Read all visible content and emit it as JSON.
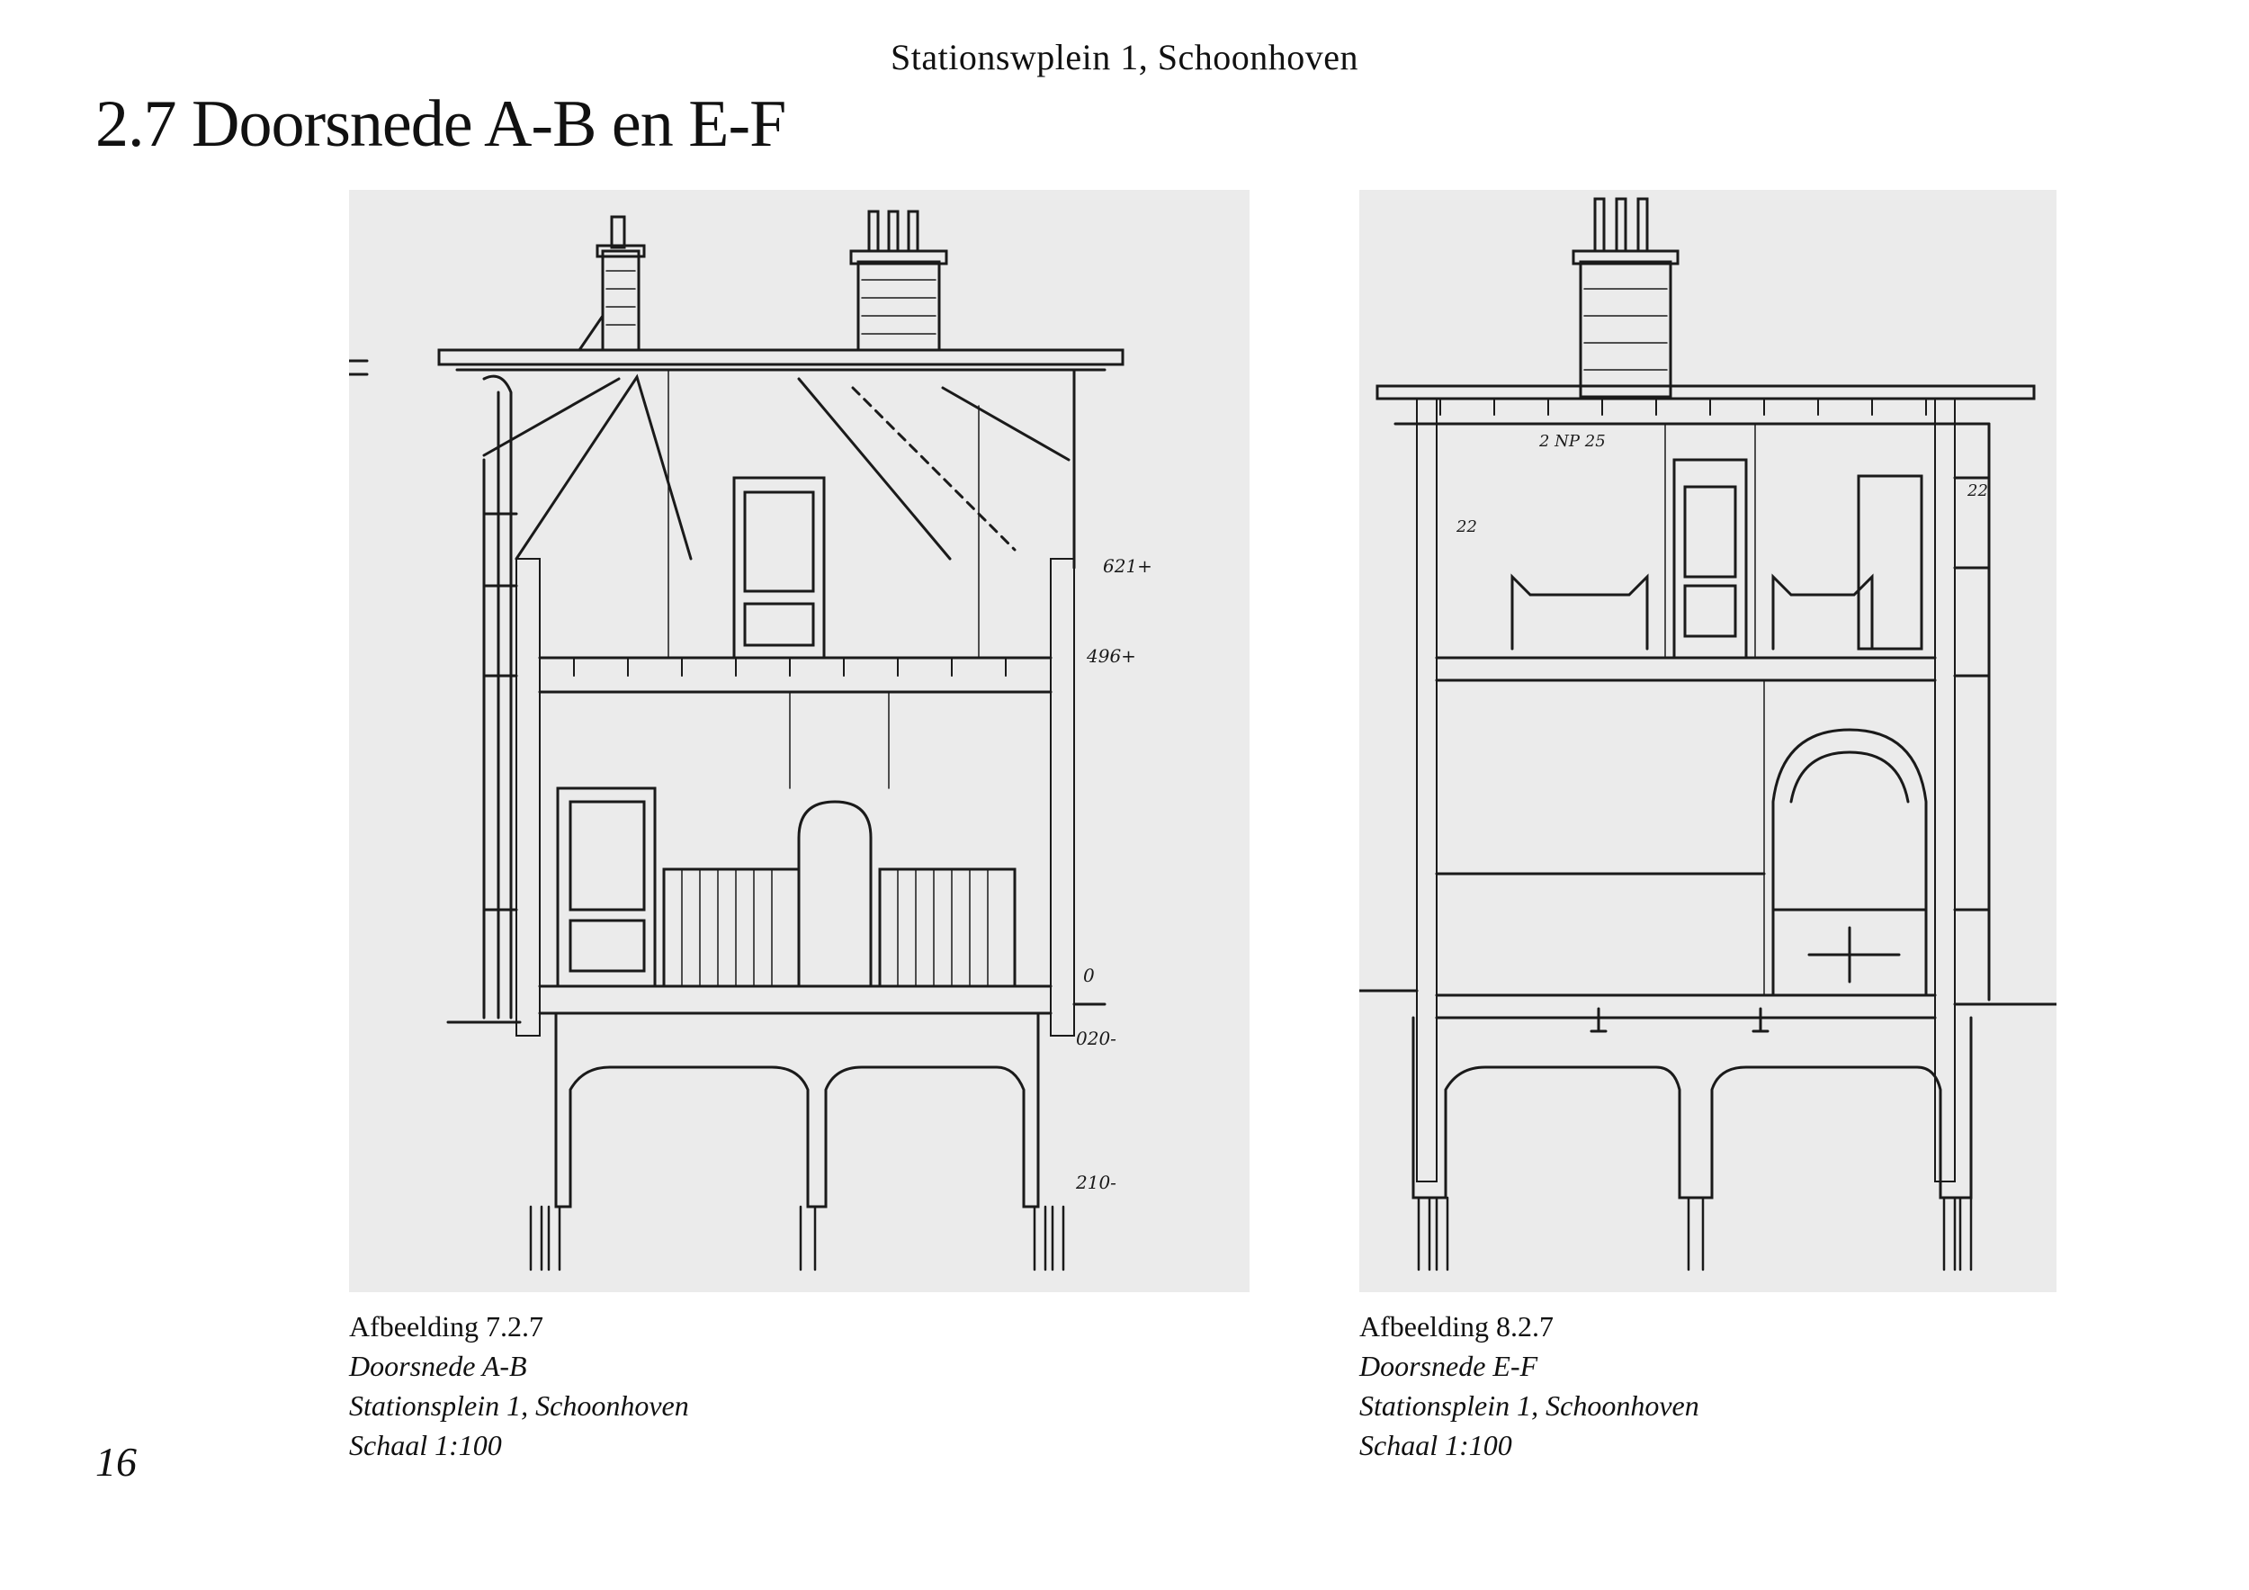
{
  "header": {
    "text": "Stationswplein 1, Schoonhoven"
  },
  "title": "2.7 Doorsnede A-B en E-F",
  "figures": [
    {
      "label": "Afbeelding 7.2.7",
      "section": "Doorsnede A-B",
      "address": "Stationsplein 1, Schoonhoven",
      "scale": "Schaal 1:100",
      "drawing_annotations": [
        "621+",
        "496+",
        "0",
        "020-",
        "210-"
      ]
    },
    {
      "label": "Afbeelding 8.2.7",
      "section": "Doorsnede E-F",
      "address": "Stationsplein 1, Schoonhoven",
      "scale": "Schaal 1:100",
      "drawing_annotations": [
        "2 NP 25",
        "22",
        "22"
      ]
    }
  ],
  "page_number": "16",
  "colors": {
    "background": "#ffffff",
    "text": "#111111",
    "drawing_paper": "#ebebeb",
    "drawing_ink": "#1a1a1a"
  }
}
